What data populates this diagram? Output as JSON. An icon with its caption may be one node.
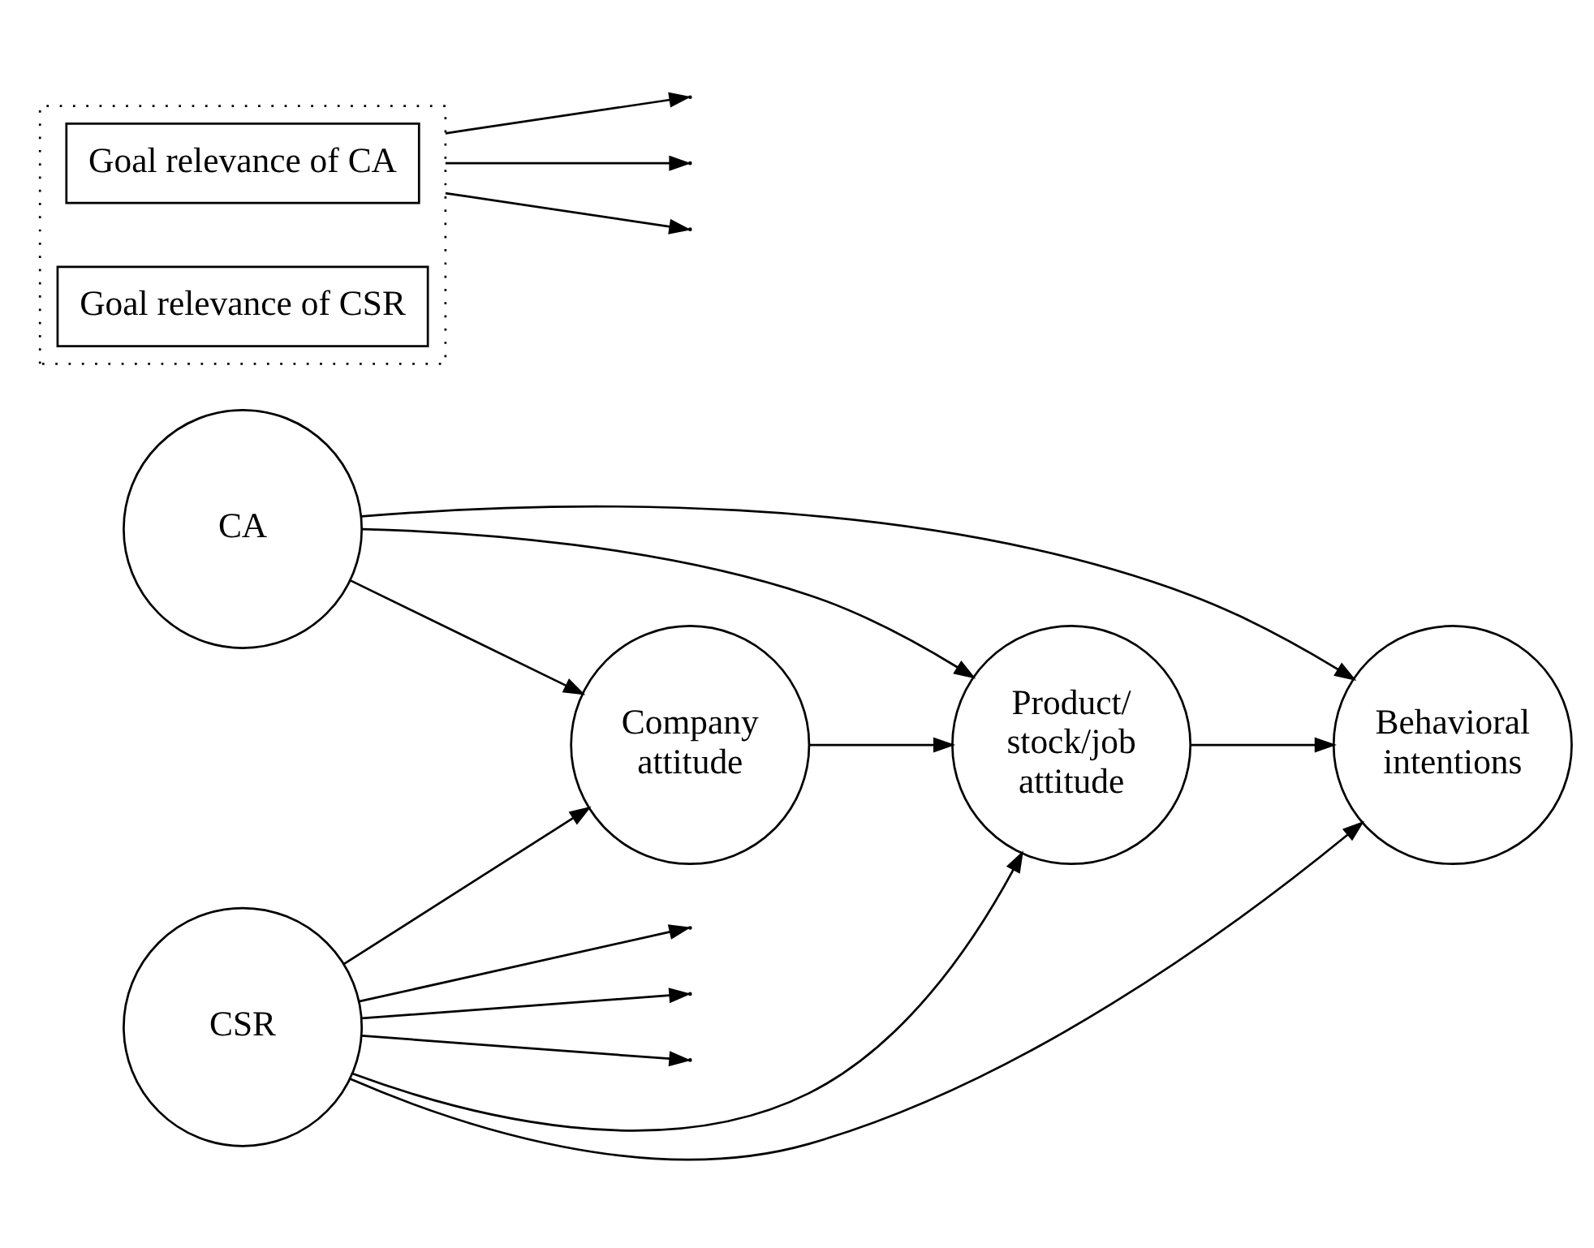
{
  "diagram": {
    "nodes": [
      {
        "text": [
          "CA"
        ]
      },
      {
        "text": [],
        "shape": "box"
      },
      {
        "text": [
          "Goal relevance of CA"
        ],
        "in": 1
      },
      {
        "text": [
          "Goal relevance of CSR"
        ],
        "in": 1
      },
      {
        "text": [
          "Company attitude"
        ]
      },
      {
        "text": [
          "Product/ stock/job attitude"
        ]
      },
      {
        "text": [
          "Behavioral intentions"
        ]
      },
      {
        "text": [
          "CSR"
        ]
      }
    ],
    "edges": [
      {
        "from": 0,
        "to": 4,
        "arrow": "to"
      },
      {
        "from": 0,
        "to": 5,
        "arrow": "to"
      },
      {
        "from": 0,
        "to": 6,
        "arrow": "to"
      },
      {
        "from": 1,
        "to": null,
        "arrow": "to"
      },
      {
        "from": 1,
        "to": null,
        "arrow": "to"
      },
      {
        "from": 1,
        "to": null,
        "arrow": "to"
      },
      {
        "from": 7,
        "to": null,
        "arrow": "to"
      },
      {
        "from": 7,
        "to": null,
        "arrow": "to"
      },
      {
        "from": 7,
        "to": null,
        "arrow": "to"
      },
      {
        "from": 7,
        "to": 4,
        "arrow": "to"
      },
      {
        "from": 7,
        "to": 5,
        "arrow": "to"
      },
      {
        "from": 7,
        "to": 6,
        "arrow": "to"
      },
      {
        "from": 4,
        "to": 5,
        "arrow": "to"
      },
      {
        "from": 5,
        "to": 6,
        "arrow": "to"
      }
    ]
  }
}
